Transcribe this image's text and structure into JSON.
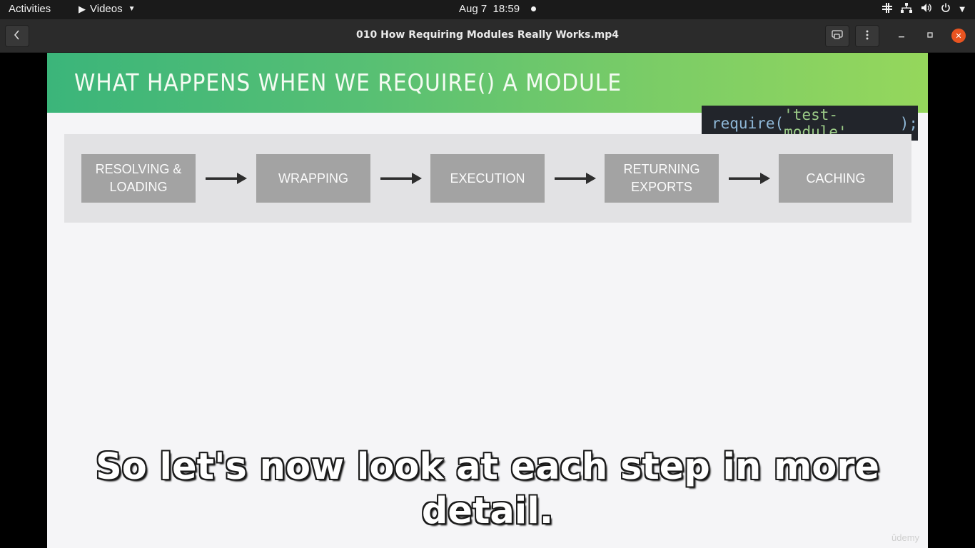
{
  "topbar": {
    "activities": "Activities",
    "app_menu": "Videos",
    "date": "Aug 7",
    "time": "18:59",
    "tray_icons": [
      "slack-icon",
      "network-icon",
      "volume-icon",
      "power-icon",
      "chevron-down-icon"
    ]
  },
  "window": {
    "title": "010 How Requiring Modules Really Works.mp4"
  },
  "slide": {
    "title": "WHAT HAPPENS WHEN WE REQUIRE() A MODULE",
    "code_fn": "require(",
    "code_str": "'test-module'",
    "code_end": ");",
    "steps": [
      "RESOLVING &\nLOADING",
      "WRAPPING",
      "EXECUTION",
      "RETURNING\nEXPORTS",
      "CACHING"
    ],
    "watermark": "ûdemy"
  },
  "subtitle": {
    "line1": "So let's now look at each step in more",
    "line2": "detail."
  },
  "colors": {
    "banner_start": "#3bb57a",
    "banner_end": "#95d75c",
    "step_box": "#a3a3a3",
    "close_button": "#e95420"
  }
}
